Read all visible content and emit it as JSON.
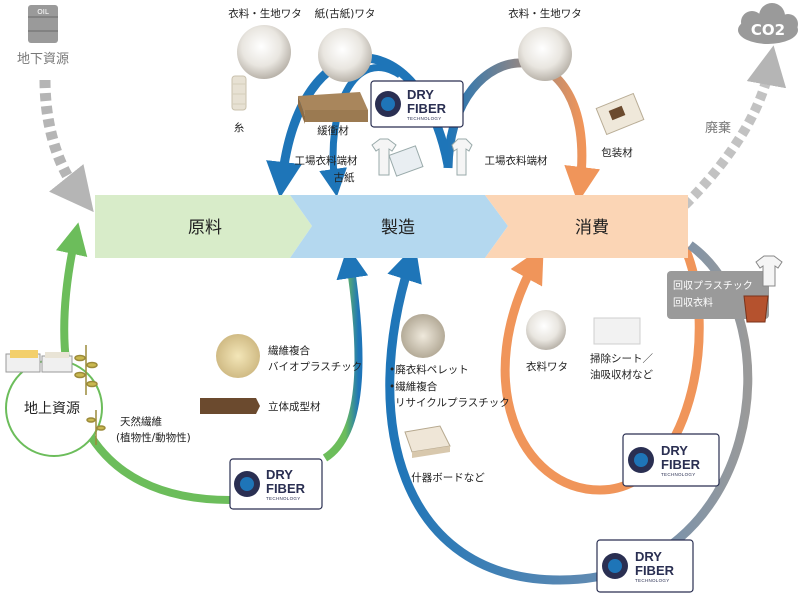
{
  "colors": {
    "blue": "#1e75b8",
    "green": "#6cbd5b",
    "orange": "#f0955a",
    "gray": "#8f8f8f",
    "stage_raw": "#d8ecc9",
    "stage_mfg": "#b4d8ef",
    "stage_use": "#fbd5b5"
  },
  "stages": {
    "raw": "原料",
    "manufacturing": "製造",
    "consumption": "消費"
  },
  "sources": {
    "underground": "地下資源",
    "oil_drum": "OIL",
    "aboveground": "地上資源"
  },
  "disposal": {
    "label": "廃棄",
    "co2": "CO2"
  },
  "top": {
    "clothing_wadding_left": "衣料・生地ワタ",
    "paper_wadding": "紙(古紙)ワタ",
    "clothing_wadding_right": "衣料・生地ワタ",
    "thread": "糸",
    "cushioning": "緩衝材",
    "factory_scraps_left": "工場衣料端材",
    "waste_paper": "古紙",
    "factory_scraps_right": "工場衣料端材",
    "packaging": "包装材"
  },
  "bottom": {
    "fiber_composite_bio": [
      "繊維複合",
      "バイオプラスチック"
    ],
    "molded": "立体成型材",
    "natural_fiber": [
      "天然繊維",
      "(植物性/動物性)"
    ],
    "pellets": "•廃衣料ペレット",
    "recycled_plastic": [
      "•繊維複合",
      "リサイクルプラスチック"
    ],
    "fixture_boards": "什器ボードなど",
    "clothing_wadding": "衣料ワタ",
    "cleaning_sheets": [
      "掃除シート／",
      "油吸収材など"
    ],
    "recovery": [
      "回収プラスチック",
      "回収衣料"
    ]
  },
  "dry_fiber_logo": {
    "line1": "DRY",
    "line2": "FIBER",
    "line3": "TECHNOLOGY"
  }
}
